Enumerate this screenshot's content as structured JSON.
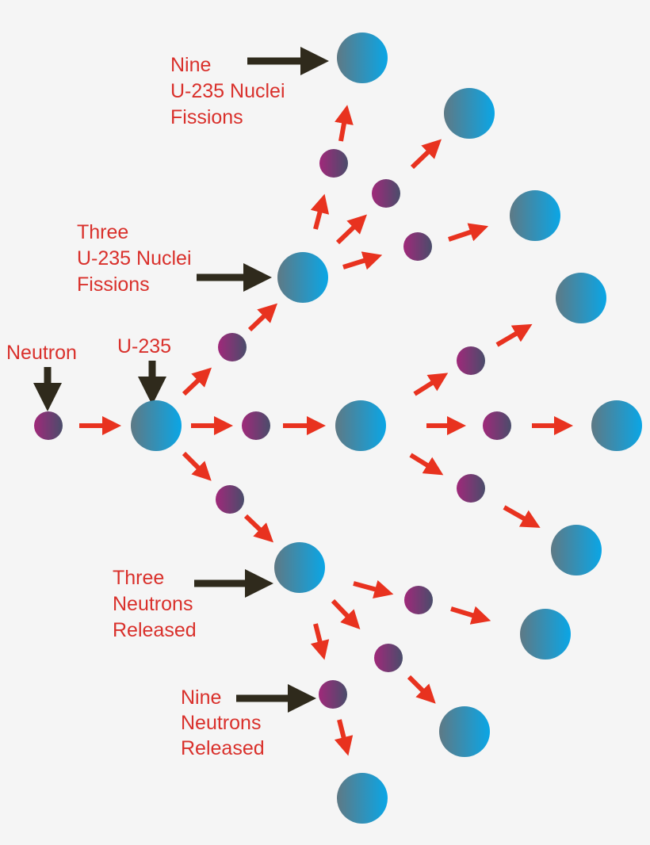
{
  "labels": {
    "neutron": "Neutron",
    "u235": "U-235",
    "three_fissions": [
      "Three",
      "U-235 Nuclei",
      "Fissions"
    ],
    "nine_fissions": [
      "Nine",
      "U-235 Nuclei",
      "Fissions"
    ],
    "three_released": [
      "Three",
      "Neutrons",
      "Released"
    ],
    "nine_released": [
      "Nine",
      "Neutrons",
      "Released"
    ]
  },
  "colors": {
    "background": "#f5f5f5",
    "label_text": "#d9302b",
    "reaction_arrow": "#e8321f",
    "pointer_arrow": "#2f2a1c",
    "neutron_gradient": [
      "#a0287a",
      "#4a4d6b"
    ],
    "nucleus_gradient": [
      "#5e7985",
      "#0aa6e6"
    ]
  }
}
